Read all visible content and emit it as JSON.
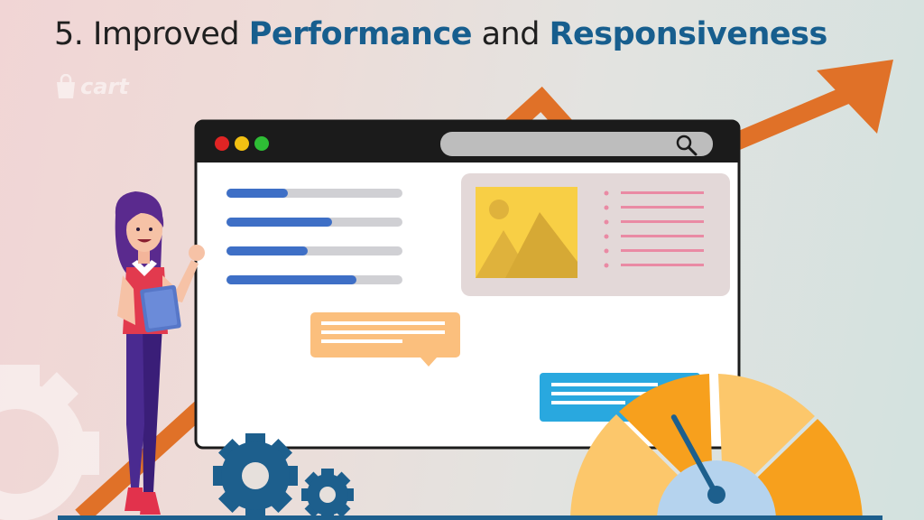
{
  "header": {
    "prefix": "5. Improved ",
    "highlight_1": "Performance",
    "middle": " and ",
    "highlight_2": "Responsiveness"
  },
  "logo": {
    "text": "cart",
    "icon": "shopping-bag-icon"
  },
  "progress_bars": [
    0.35,
    0.6,
    0.46,
    0.74
  ],
  "gauge": {
    "needle_level": 0.34
  },
  "colors": {
    "title_highlight": "#175e8e",
    "arrow": "#e07128",
    "bar_fill": "#3e6fc6",
    "bar_track": "#d0d0d4",
    "gauge_orange": "#f7a01d",
    "gauge_light": "#fcc76b",
    "gear": "#1d5f8d",
    "card_bg": "#e3d8d8",
    "image_yellow": "#f8cf45",
    "tooltip_orange": "#fbbf7d",
    "tooltip_blue": "#29a8df"
  }
}
